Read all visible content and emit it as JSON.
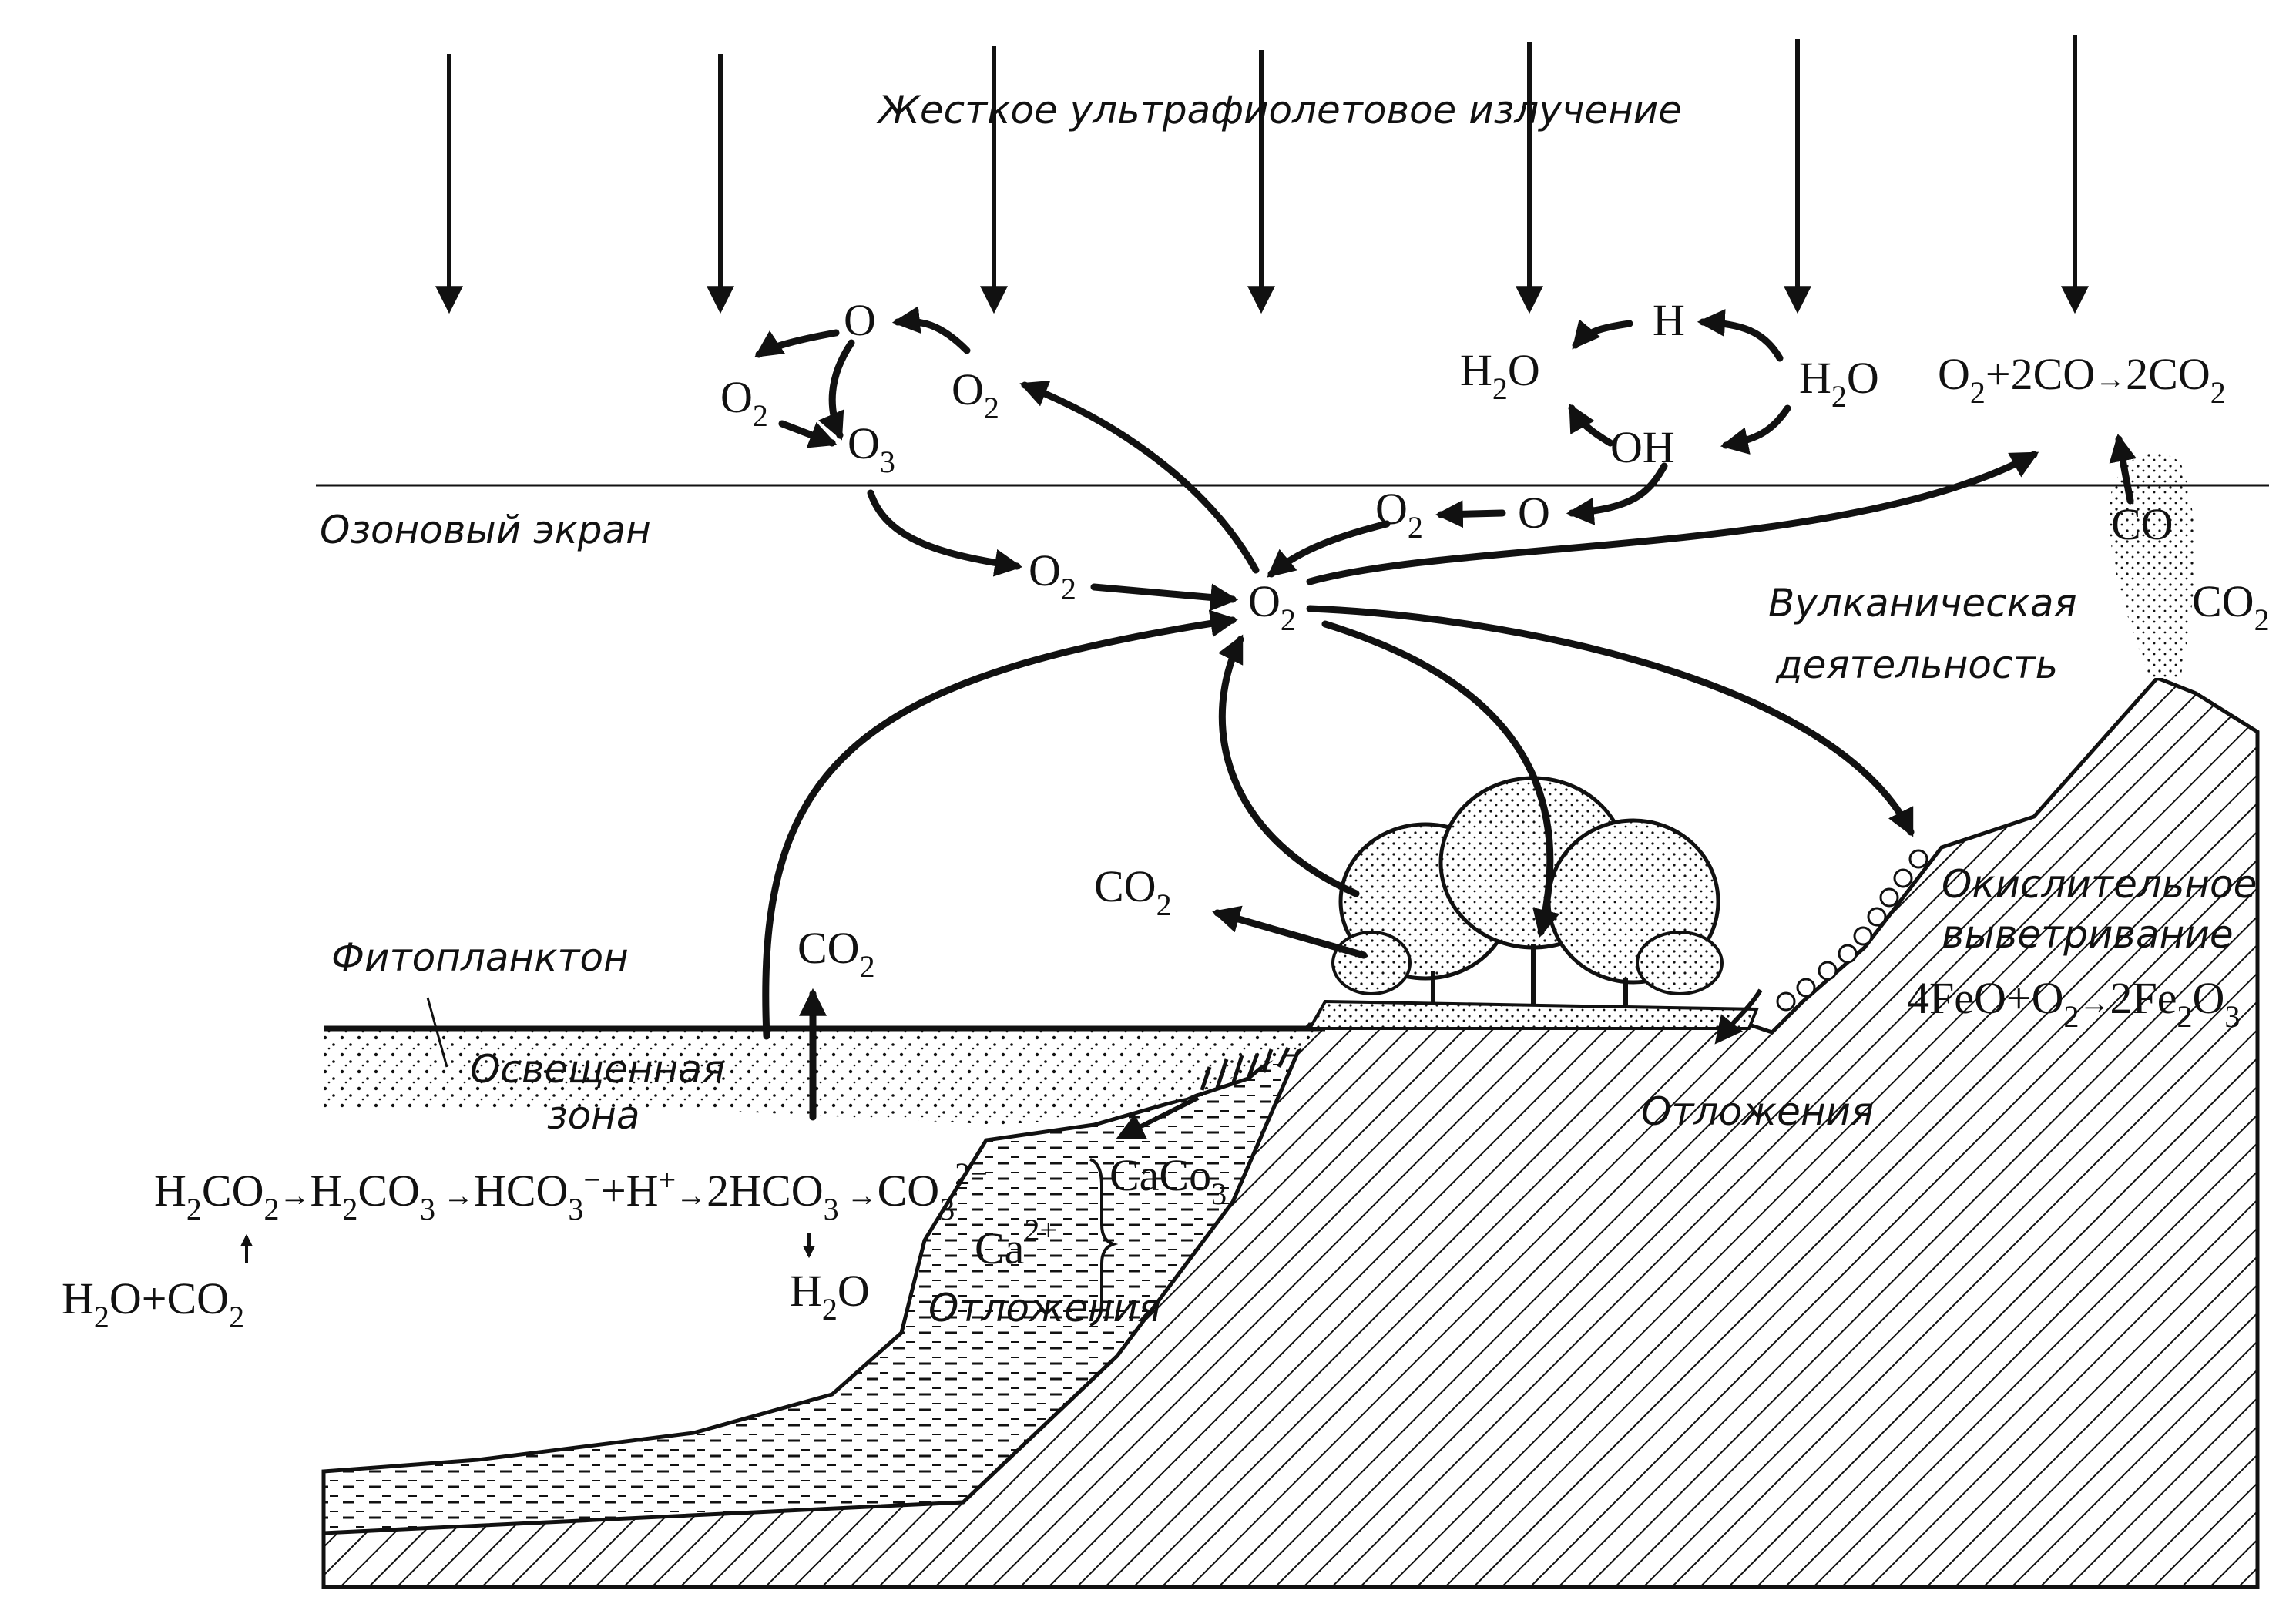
{
  "labels": {
    "uv": "Жесткое ультрафиолетовое излучение",
    "ozone_screen": "Озоновый экран",
    "volcanic": [
      "Вулканическая",
      "деятельность"
    ],
    "phytoplankton": "Фитопланктон",
    "lit_zone": [
      "Освещенная",
      "зона"
    ],
    "oxidative_weathering": [
      "Окислительное",
      "выветривание"
    ],
    "sediments_land": "Отложения",
    "sediments_sea": "Отложения"
  },
  "formulas": {
    "o_top": "O",
    "o2_left": "O2",
    "o3": "O3",
    "o2_upper": "O2",
    "h": "H",
    "h2o_left": "H2O",
    "h2o_right": "H2O",
    "oh": "OH",
    "co_reaction": "O2+2CO→2CO2",
    "o_mid": "O",
    "o2_mid": "O2",
    "o2_lower": "O2",
    "o2_center": "O2",
    "co_volcano": "CO",
    "co2_volcano": "CO2",
    "co2_trees": "CO2",
    "co2_sea": "CO2",
    "fe_reaction": "4FeO+O2→2Fe2O3",
    "carbonate_chain": "H2CO2→H2CO3→HCO3−+H+→2HCO3→CO32−",
    "h2o_co2": "H2O+CO2",
    "h2o_bottom": "H2O",
    "ca": "Ca2+",
    "caco3": "CaCo3"
  }
}
